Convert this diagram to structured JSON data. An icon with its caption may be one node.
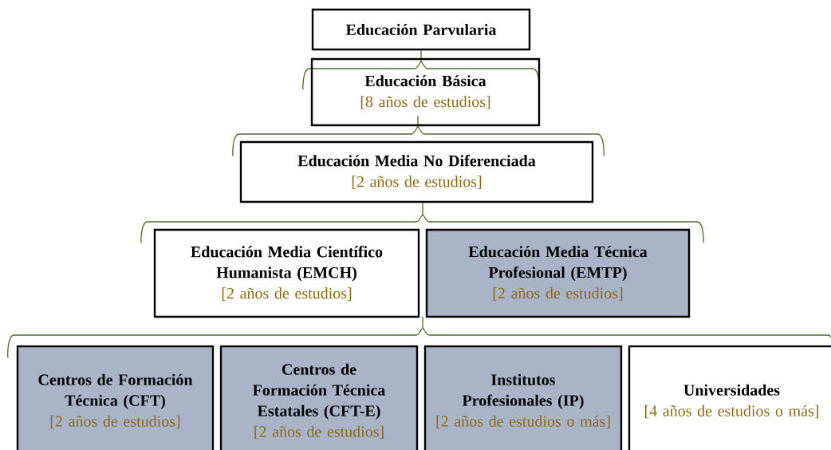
{
  "diagram": {
    "nodes": [
      {
        "text": [
          "Educación Parvularia"
        ]
      },
      {
        "text": [
          "Educación Básica",
          "[8 años de estudios]"
        ]
      },
      {
        "text": [
          "Educación Media No Diferenciada",
          "[2 años de estudios]"
        ]
      },
      {
        "text": [
          "Educación Media Científico Humanista (EMCH)",
          "[2 años de estudios]"
        ]
      },
      {
        "text": [
          "Educación Media Técnica Profesional (EMTP)",
          "[2 años de estudios]"
        ]
      },
      {
        "text": [
          "Centros de Formación Técnica (CFT)",
          "[2 años de estudios]"
        ]
      },
      {
        "text": [
          "Centros de Formación Técnica Estatales (CFT-E)",
          "[2 años de estudios]"
        ]
      },
      {
        "text": [
          "Institutos Profesionales (IP)",
          "[2 años de estudios o más]"
        ]
      },
      {
        "text": [
          "Universidades",
          "[4 años de estudios o más]"
        ]
      }
    ]
  }
}
